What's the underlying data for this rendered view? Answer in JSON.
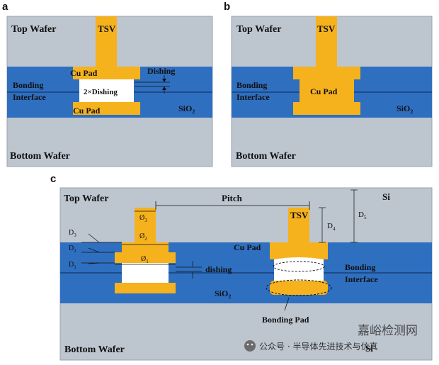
{
  "colors": {
    "si_gray": "#bdc5cf",
    "sio2_blue": "#2f6fc0",
    "cu_gold": "#f5b21d",
    "void_white": "#ffffff"
  },
  "panel_a": {
    "letter": "a",
    "top_wafer": "Top Wafer",
    "tsv": "TSV",
    "cu_pad_top": "Cu Pad",
    "dishing": "Dishing",
    "bonding": "Bonding",
    "interface": "Interface",
    "two_dishing": "2×Dishing",
    "sio2": "SiO",
    "sio2_sub": "2",
    "cu_pad_bottom": "Cu Pad",
    "bottom_wafer": "Bottom Wafer"
  },
  "panel_b": {
    "letter": "b",
    "top_wafer": "Top Wafer",
    "tsv": "TSV",
    "bonding": "Bonding",
    "interface": "Interface",
    "cu_pad": "Cu Pad",
    "sio2": "SiO",
    "sio2_sub": "2",
    "bottom_wafer": "Bottom Wafer"
  },
  "panel_c": {
    "letter": "c",
    "top_wafer": "Top Wafer",
    "pitch": "Pitch",
    "si": "Si",
    "tsv": "TSV",
    "d4": "D",
    "d4_sub": "4",
    "d5": "D",
    "d5_sub": "5",
    "o3": "Ø",
    "o3_sub": "3",
    "o2": "Ø",
    "o2_sub": "2",
    "o1": "Ø",
    "o1_sub": "1",
    "d3": "D",
    "d3_sub": "3",
    "d2": "D",
    "d2_sub": "2",
    "d1": "D",
    "d1_sub": "1",
    "cu_pad": "Cu Pad",
    "dishing": "dishing",
    "bonding": "Bonding",
    "interface": "Interface",
    "sio2": "SiO",
    "sio2_sub": "2",
    "bonding_pad": "Bonding Pad",
    "bottom_wafer": "Bottom Wafer",
    "si_bottom": "Si"
  },
  "watermark": {
    "line": "公众号 · 半导体先进技术与仿真",
    "faint": "嘉峪检测网"
  }
}
